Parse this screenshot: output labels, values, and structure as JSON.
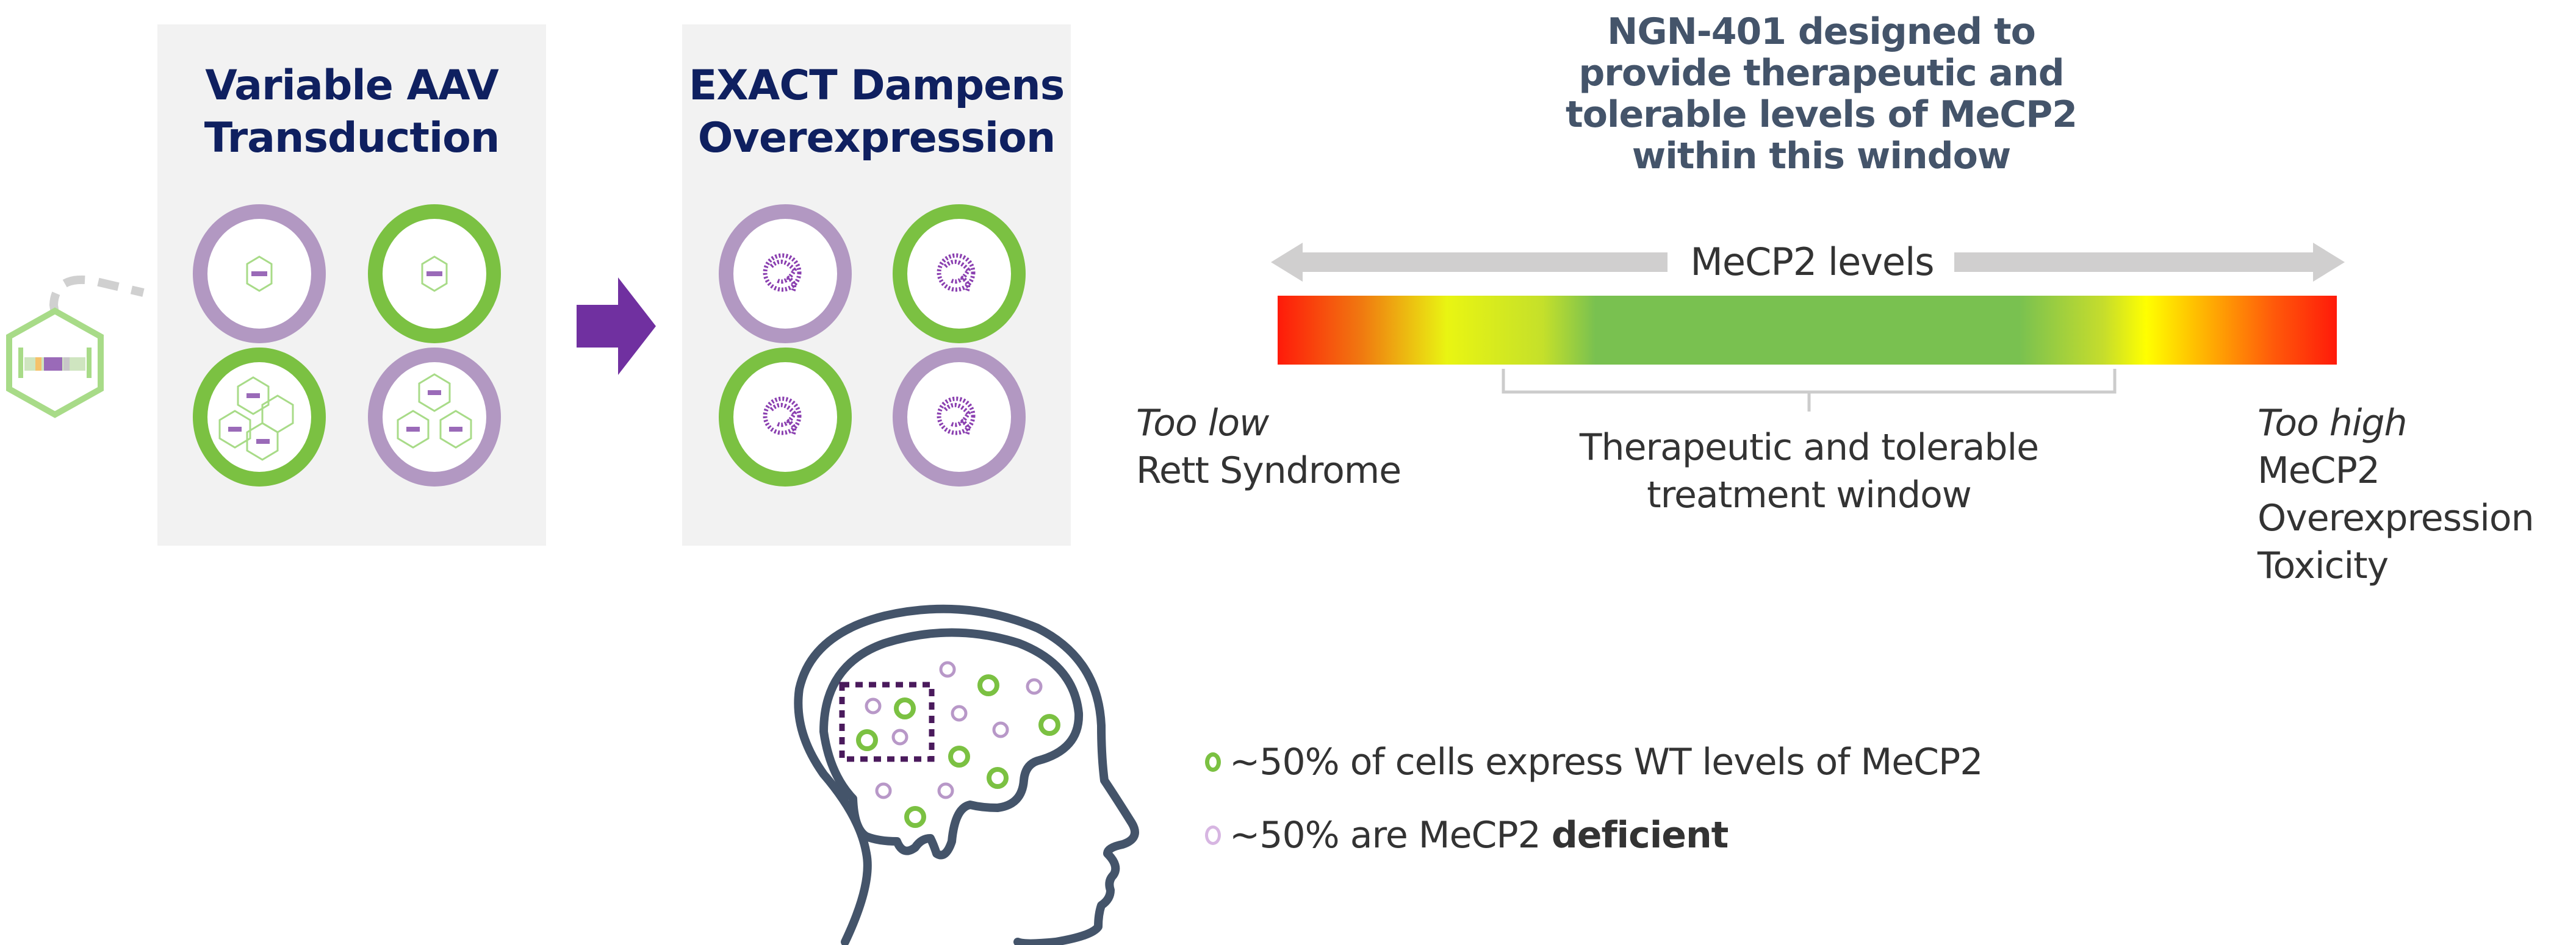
{
  "panels": [
    {
      "title_line1": "Variable AAV",
      "title_line2": "Transduction",
      "cells": [
        {
          "type": "purple",
          "vectors": 1
        },
        {
          "type": "green",
          "vectors": 1
        },
        {
          "type": "green",
          "vectors": 4
        },
        {
          "type": "purple",
          "vectors": 3
        }
      ]
    },
    {
      "title_line1": "EXACT Dampens",
      "title_line2": "Overexpression",
      "cells": [
        {
          "type": "purple"
        },
        {
          "type": "green"
        },
        {
          "type": "green"
        },
        {
          "type": "purple"
        }
      ]
    }
  ],
  "title": {
    "line1": "NGN-401 designed to",
    "line2": "provide therapeutic and",
    "line3": "tolerable levels of MeCP2",
    "line4": "within this window"
  },
  "scale": {
    "axis_label": "MeCP2  levels",
    "low_label_italic": "Too low",
    "low_label": "Rett Syndrome",
    "window_line1": "Therapeutic and tolerable",
    "window_line2": "treatment window",
    "high_label_italic": "Too high",
    "high_line1": "MeCP2",
    "high_line2": "Overexpression",
    "high_line3": "Toxicity"
  },
  "legend": [
    {
      "text": "~50% of cells express WT levels of MeCP2",
      "color": "#7bc142"
    },
    {
      "text_prefix": "~50% are MeCP2 ",
      "text_bold": "deficient",
      "color": "#d7b6e2"
    }
  ],
  "colors": {
    "green": "#7bc142",
    "purple": "#b298c2",
    "arrow": "#7030a0",
    "heading": "#0f2060",
    "title": "#44546a",
    "head_outline": "#44546a",
    "dashed_box": "#4a1a5c"
  }
}
